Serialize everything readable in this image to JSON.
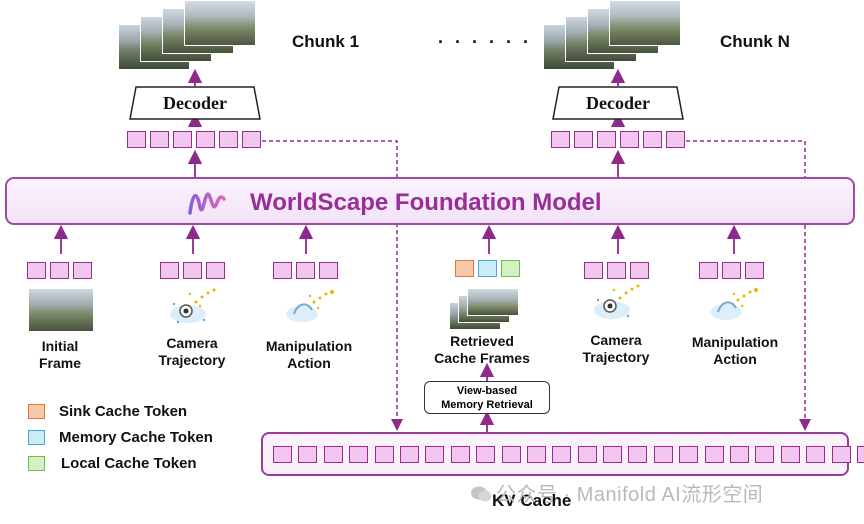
{
  "model": {
    "title": "WorldScape Foundation Model",
    "colors": {
      "accent": "#9a2e98",
      "token_fill": "#f1c6ef",
      "token_border": "#9b2b91"
    }
  },
  "chunks": [
    {
      "label": "Chunk 1",
      "decoder": "Decoder"
    },
    {
      "label": "Chunk N",
      "decoder": "Decoder"
    }
  ],
  "ellipsis": "· · · · · ·",
  "inputs": {
    "initial_frame": "Initial\nFrame",
    "camera_trajectory_1": "Camera\nTrajectory",
    "manipulation_action_1": "Manipulation\nAction",
    "retrieved_cache_frames": "Retrieved\nCache Frames",
    "camera_trajectory_2": "Camera\nTrajectory",
    "manipulation_action_2": "Manipulation\nAction"
  },
  "retrieval": {
    "label": "View-based\nMemory Retrieval"
  },
  "kv_cache": {
    "label": "KV Cache",
    "token_count": 24
  },
  "legend": [
    {
      "label": "Sink Cache Token",
      "fill": "#f7c8a9",
      "border": "#e0783a"
    },
    {
      "label": "Memory Cache Token",
      "fill": "#c9ecf6",
      "border": "#49a9cf"
    },
    {
      "label": "Local Cache Token",
      "fill": "#d5f0c4",
      "border": "#6cbf47"
    }
  ],
  "watermark": "公众号 · Manifold AI流形空间"
}
